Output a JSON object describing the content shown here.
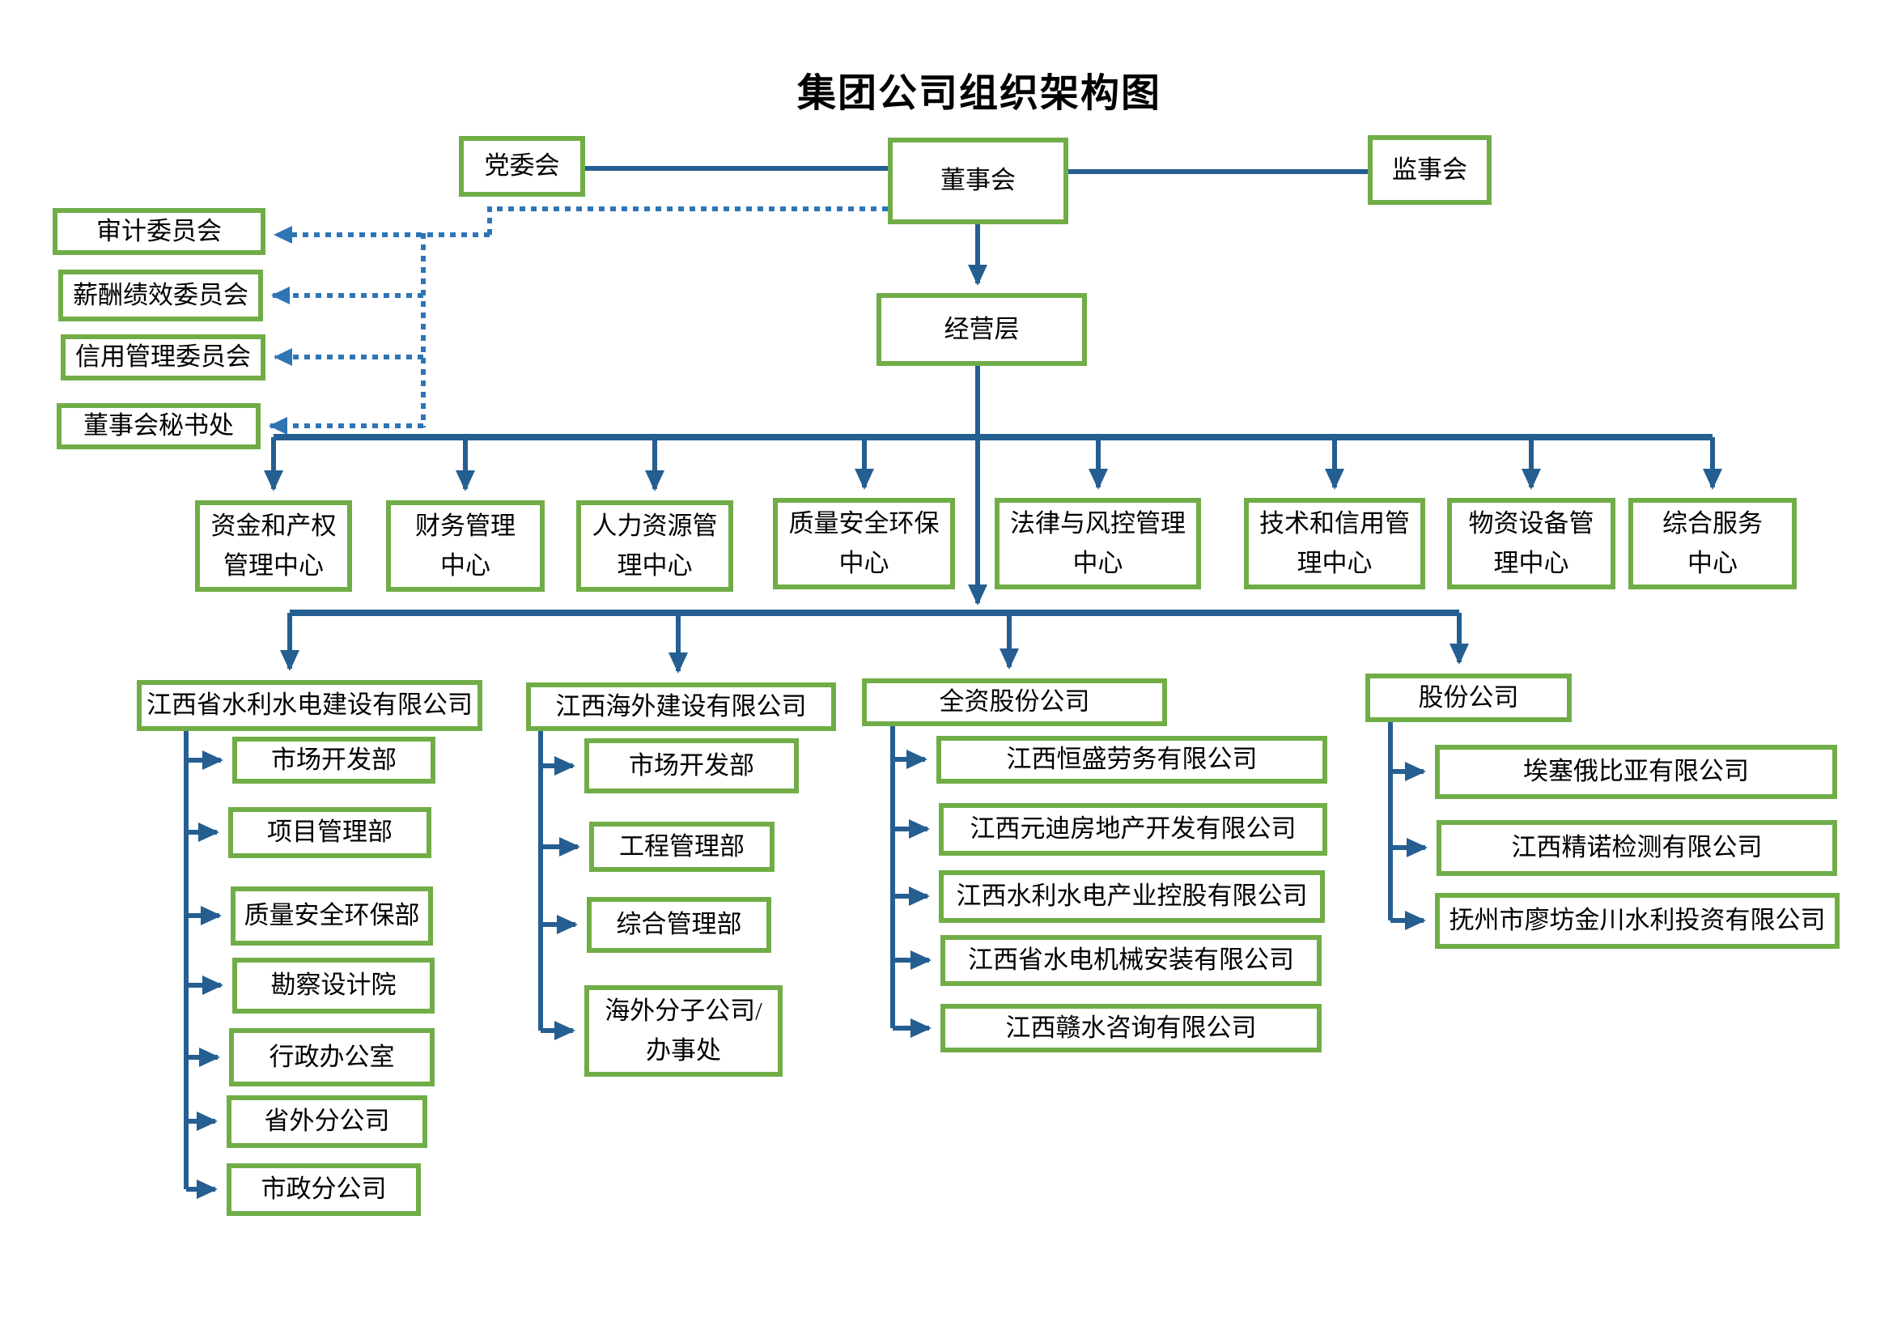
{
  "title": "集团公司组织架构图",
  "colors": {
    "box_border": "#70AD47",
    "solid_connector": "#255E91",
    "dotted_connector": "#2E75B6",
    "text": "#000000",
    "background": "#FFFFFF"
  },
  "top": {
    "party_committee": "党委会",
    "board": "董事会",
    "supervisory_board": "监事会"
  },
  "management_layer": "经营层",
  "board_committees": [
    "审计委员会",
    "薪酬绩效委员会",
    "信用管理委员会",
    "董事会秘书处"
  ],
  "centers": [
    "资金和产权\n管理中心",
    "财务管理\n中心",
    "人力资源管\n理中心",
    "质量安全环保\n中心",
    "法律与风控管理\n中心",
    "技术和信用管\n理中心",
    "物资设备管\n理中心",
    "综合服务\n中心"
  ],
  "subsidiaries": [
    {
      "name": "江西省水利水电建设有限公司",
      "departments": [
        "市场开发部",
        "项目管理部",
        "质量安全环保部",
        "勘察设计院",
        "行政办公室",
        "省外分公司",
        "市政分公司"
      ]
    },
    {
      "name": "江西海外建设有限公司",
      "departments": [
        "市场开发部",
        "工程管理部",
        "综合管理部",
        "海外分子公司/\n办事处"
      ]
    },
    {
      "name": "全资股份公司",
      "departments": [
        "江西恒盛劳务有限公司",
        "江西元迪房地产开发有限公司",
        "江西水利水电产业控股有限公司",
        "江西省水电机械安装有限公司",
        "江西赣水咨询有限公司"
      ]
    },
    {
      "name": "股份公司",
      "departments": [
        "埃塞俄比亚有限公司",
        "江西精诺检测有限公司",
        "抚州市廖坊金川水利投资有限公司"
      ]
    }
  ]
}
